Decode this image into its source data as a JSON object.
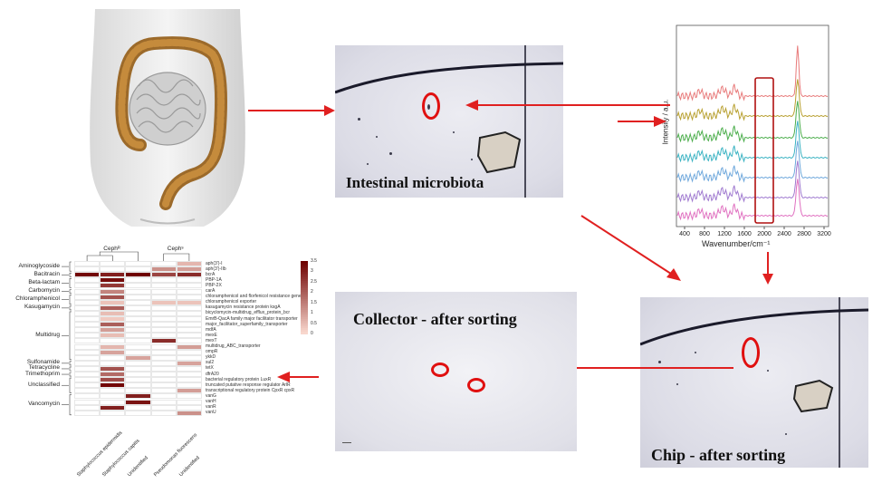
{
  "panels": {
    "microbiota_caption": "Intestinal microbiota",
    "collector_caption": "Collector - after sorting",
    "chip_caption": "Chip - after sorting"
  },
  "raman": {
    "ylabel": "Intensity / a.u.",
    "xlabel": "Wavenumber/cm⁻¹",
    "ticks": [
      "400",
      "800",
      "1200",
      "1600",
      "2000",
      "2400",
      "2800",
      "3200"
    ],
    "series_colors": [
      "#e87a7a",
      "#b8a030",
      "#4cae4c",
      "#3bb3c3",
      "#6fa8dc",
      "#a07ad0",
      "#e070c0"
    ]
  },
  "heatmap": {
    "group_labels": [
      "Cephᴿ",
      "Cephˢ"
    ],
    "legend_ticks": [
      "3.5",
      "3",
      "2.5",
      "2",
      "1.5",
      "1",
      "0.5",
      "0"
    ],
    "columns": [
      "Staphylococcus epidermidis",
      "Staphylococcus capitis",
      "Unidentified",
      "Pseudomonas fluorescens",
      "Unidentified"
    ],
    "rows": [
      "aph(3')-I",
      "aph(3')-IIb",
      "bcrA",
      "PBP-1A",
      "PBP-2X",
      "carA",
      "chloramphenicol and florfenicol resistance gene",
      "chloramphenicol exporter",
      "kasugamycin resistance protein ksgA",
      "bicyclomycin-multidrug_efflux_protein_bcr",
      "EmrB-QacA family major facilitator transporter",
      "major_facilitator_superfamily_transporter",
      "mdfA",
      "mexE",
      "mexT",
      "multidrug_ABC_transporter",
      "ompR",
      "ykkD",
      "sul2",
      "tetX",
      "dfrA20",
      "bacterial regulatory protein LuxR",
      "truncated putative response regulator ArlR",
      "transcriptional regulatory protein CpxR cpxR",
      "vanG",
      "vanH",
      "vanR",
      "vanU"
    ],
    "values": [
      [
        0,
        0,
        0,
        0,
        0.6
      ],
      [
        0,
        0,
        0,
        1.2,
        1.0
      ],
      [
        3.4,
        3.0,
        3.5,
        2.4,
        2.8
      ],
      [
        0,
        3.3,
        0,
        0,
        0
      ],
      [
        0,
        2.6,
        0,
        0,
        0
      ],
      [
        0,
        1.4,
        0,
        0,
        0
      ],
      [
        0,
        2.2,
        0,
        0,
        0
      ],
      [
        0,
        0.4,
        0,
        0.4,
        0.4
      ],
      [
        0,
        2.0,
        0,
        0,
        0
      ],
      [
        0,
        0.5,
        0,
        0,
        0
      ],
      [
        0,
        0.3,
        0,
        0,
        0
      ],
      [
        0,
        2.0,
        0,
        0,
        0
      ],
      [
        0,
        1.0,
        0,
        0,
        0
      ],
      [
        0,
        0.5,
        0,
        0,
        0
      ],
      [
        0,
        0,
        0,
        2.8,
        0
      ],
      [
        0,
        0.6,
        0,
        0,
        1.0
      ],
      [
        0,
        0.9,
        0,
        0,
        0
      ],
      [
        0,
        0,
        0.9,
        0,
        0
      ],
      [
        0,
        0,
        0,
        0,
        0.9
      ],
      [
        0,
        2.2,
        0,
        0,
        0
      ],
      [
        0,
        1.8,
        0,
        0,
        0
      ],
      [
        0,
        2.3,
        0,
        0,
        0
      ],
      [
        0,
        3.4,
        0,
        0,
        0
      ],
      [
        0,
        0,
        0,
        0,
        1.0
      ],
      [
        0,
        0,
        3.0,
        0,
        0
      ],
      [
        0,
        0,
        3.2,
        0,
        0
      ],
      [
        0,
        3.0,
        0,
        0,
        0
      ],
      [
        0,
        0,
        0,
        0,
        1.2
      ]
    ],
    "categories": [
      {
        "name": "Aminoglycoside",
        "rows": [
          0,
          1
        ]
      },
      {
        "name": "Bacitracin",
        "rows": [
          2,
          2
        ]
      },
      {
        "name": "Beta-lactam",
        "rows": [
          3,
          4
        ]
      },
      {
        "name": "Carbomycin",
        "rows": [
          5,
          5
        ]
      },
      {
        "name": "Chloramphenicol",
        "rows": [
          6,
          7
        ]
      },
      {
        "name": "Kasugamycin",
        "rows": [
          8,
          8
        ]
      },
      {
        "name": "Multidrug",
        "rows": [
          9,
          17
        ]
      },
      {
        "name": "Sulfonamide",
        "rows": [
          18,
          18
        ]
      },
      {
        "name": "Tetracycline",
        "rows": [
          19,
          19
        ]
      },
      {
        "name": "Trimethoprim",
        "rows": [
          20,
          20
        ]
      },
      {
        "name": "Unclassified",
        "rows": [
          21,
          23
        ]
      },
      {
        "name": "Vancomycin",
        "rows": [
          24,
          27
        ]
      }
    ]
  }
}
